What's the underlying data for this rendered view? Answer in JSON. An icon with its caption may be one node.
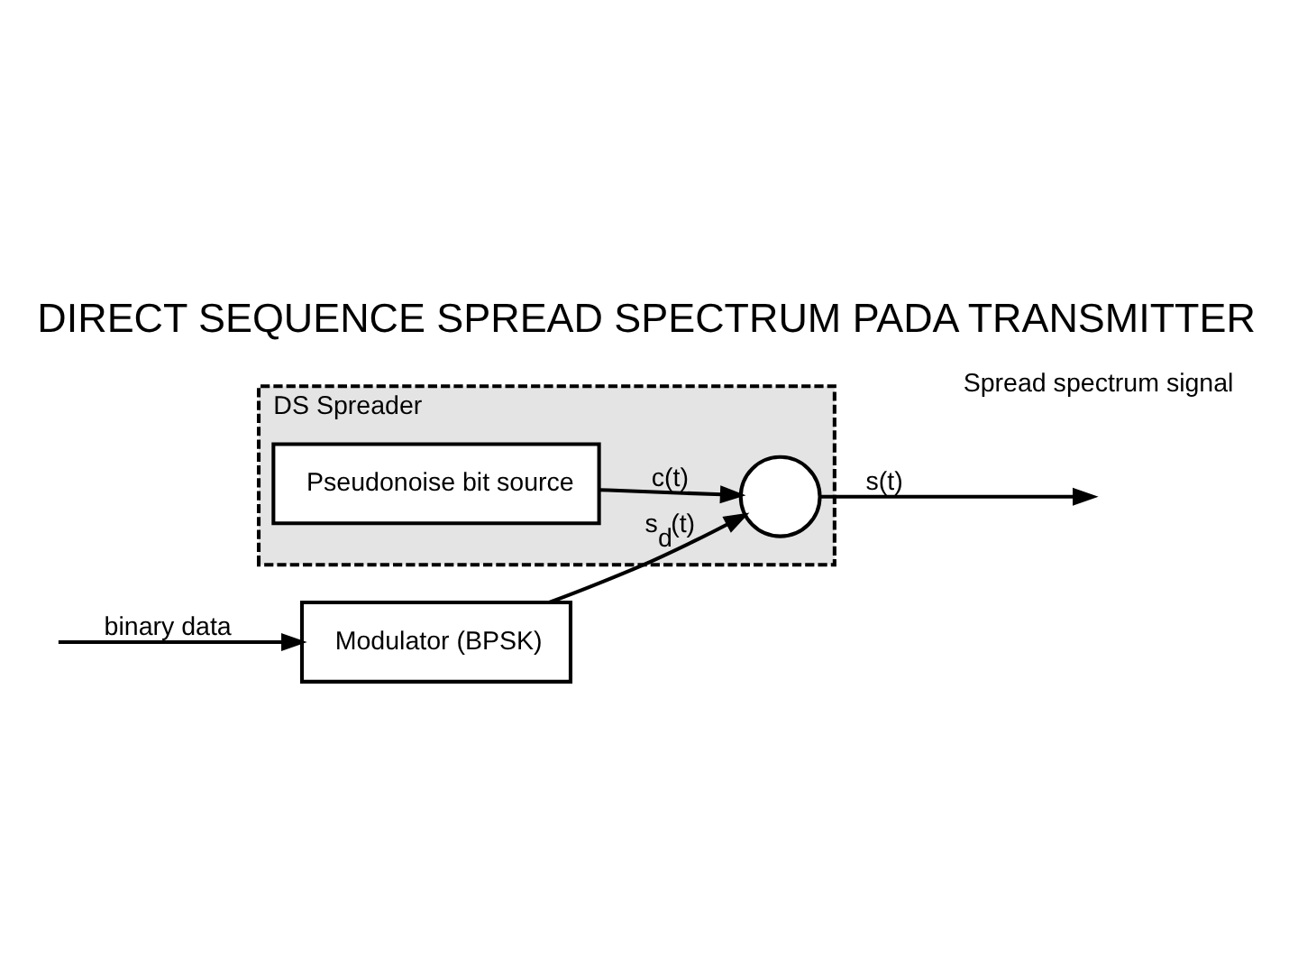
{
  "diagram": {
    "title": "DIRECT SEQUENCE SPREAD SPECTRUM PADA TRANSMITTER",
    "nodes": [
      {
        "text": [
          "Modulator (BPSK)"
        ]
      },
      {
        "text": [
          "DS Spreader"
        ]
      },
      {
        "text": [],
        "shape": "circle",
        "in": 1
      },
      {
        "text": [
          "Pseudonoise bit source"
        ],
        "in": 1
      }
    ],
    "edges": [
      {
        "from": null,
        "to": 0,
        "arrow": "to",
        "label": "binary data"
      },
      {
        "from": 0,
        "to": 2,
        "arrow": "to",
        "label": "s$_{d}$(t)"
      },
      {
        "from": 3,
        "to": 2,
        "arrow": "to",
        "label": "c(t)"
      },
      {
        "from": 2,
        "to": null,
        "arrow": "to",
        "label": "s(t)"
      }
    ],
    "labels": [
      "Spread spectrum signal"
    ]
  }
}
